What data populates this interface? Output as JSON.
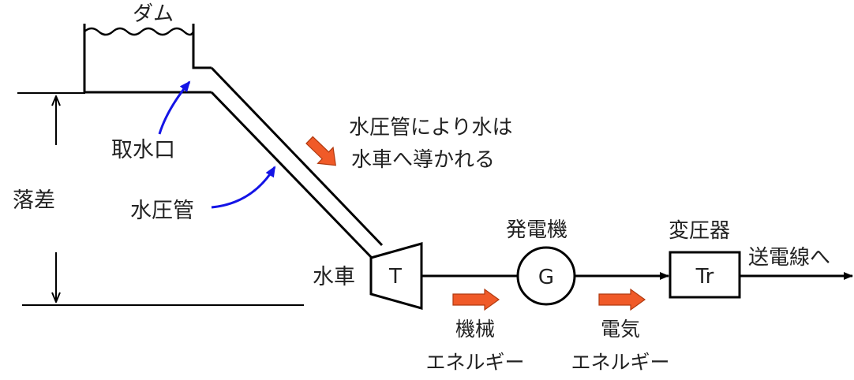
{
  "labels": {
    "dam": "ダム",
    "intake": "取水口",
    "penstock": "水圧管",
    "head": "落差",
    "flow_note_line1": "水圧管により水は",
    "flow_note_line2": "水車へ導かれる",
    "turbine": "水車",
    "generator": "発電機",
    "transformer": "変圧器",
    "to_line": "送電線へ",
    "mech_energy_line1": "機械",
    "mech_energy_line2": "エネルギー",
    "elec_energy_line1": "電気",
    "elec_energy_line2": "エネルギー"
  },
  "symbols": {
    "turbine": "T",
    "generator": "G",
    "transformer": "Tr"
  },
  "colors": {
    "line": "#000000",
    "annotation_arrow": "#1414e6",
    "energy_arrow": "#f05a28",
    "energy_arrow_edge": "#b03a10"
  }
}
